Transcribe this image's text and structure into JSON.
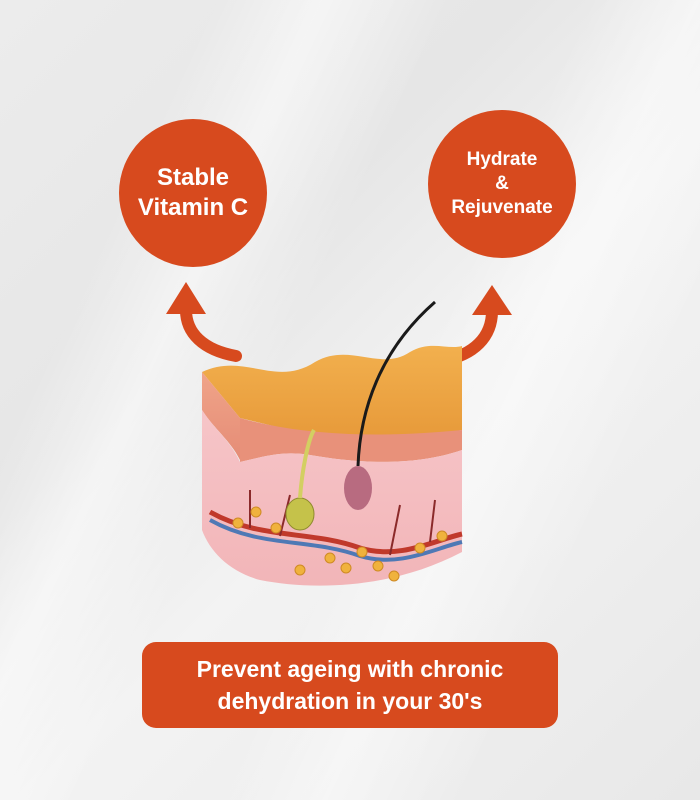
{
  "bubbles": {
    "left": {
      "lines": [
        "Stable",
        "Vitamin C"
      ]
    },
    "right": {
      "lines": [
        "Hydrate",
        "&",
        "Rejuvenate"
      ]
    }
  },
  "banner": {
    "lines": [
      "Prevent ageing with chronic",
      "dehydration in your 30's"
    ]
  },
  "colors": {
    "accent": "#d74a1e",
    "background": "#e9e9e9"
  },
  "illustration": {
    "subject": "skin-layer-cross-section"
  }
}
